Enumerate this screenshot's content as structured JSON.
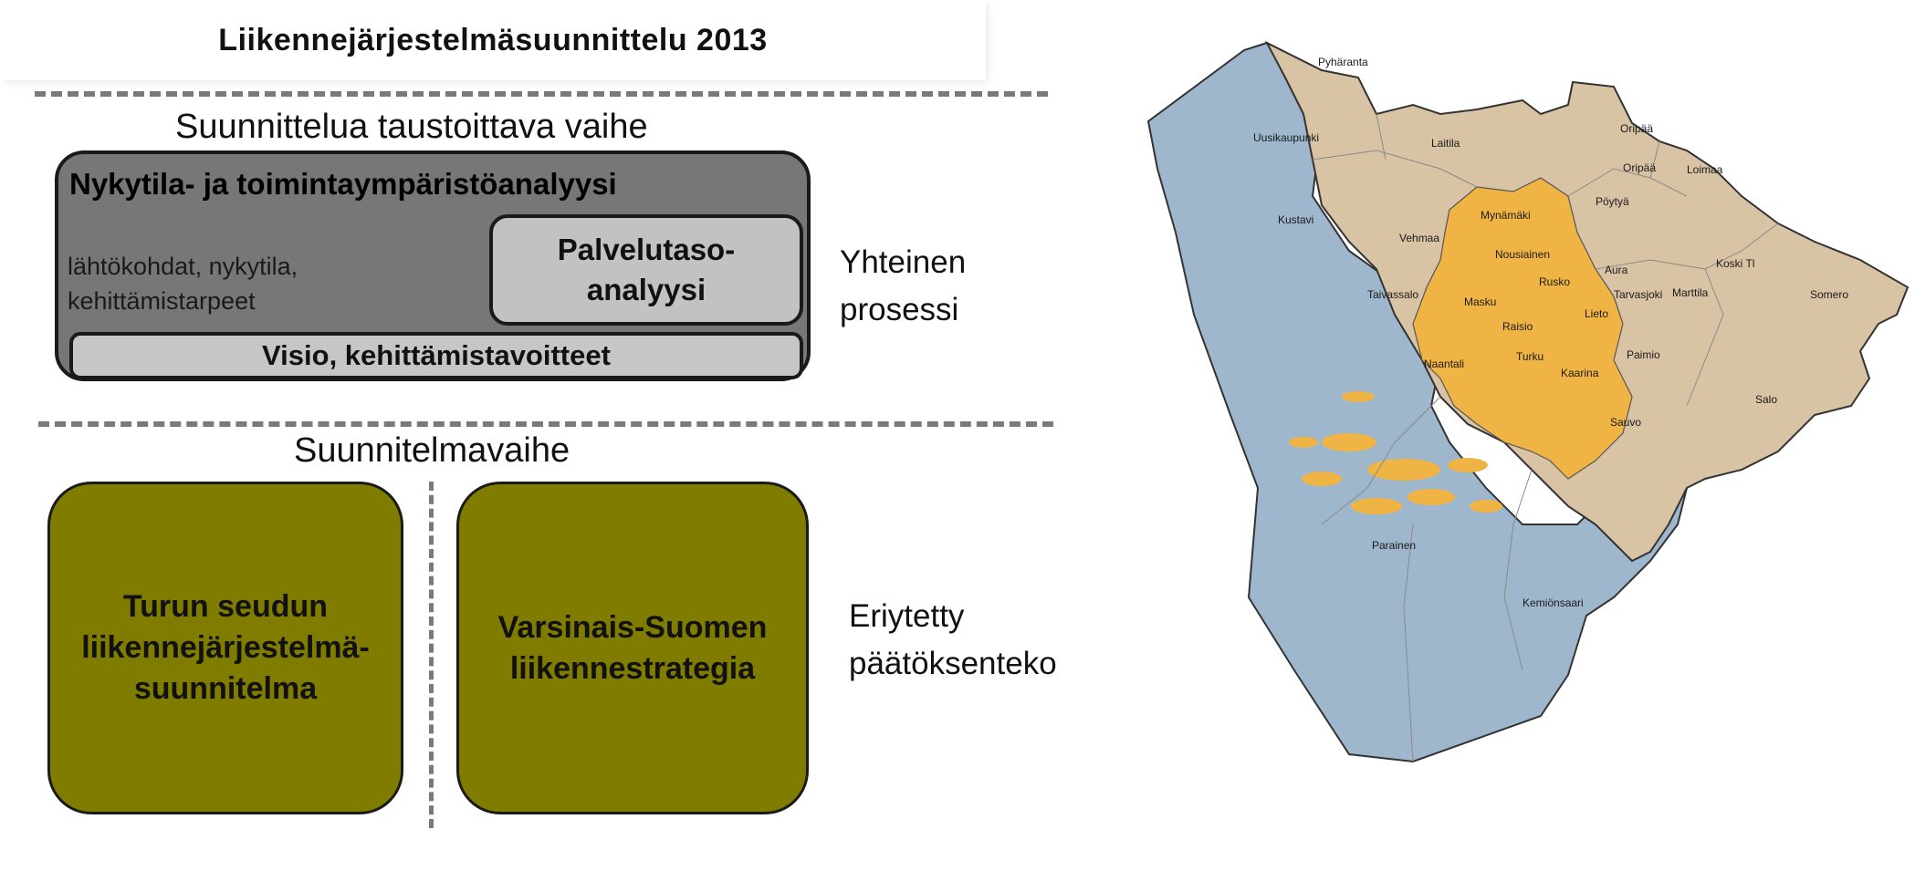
{
  "header": {
    "title": "Liikennejärjestelmäsuunnittelu 2013"
  },
  "phase1": {
    "label": "Suunnittelua taustoittava vaihe",
    "analysis_title": "Nykytila- ja toimintaympäristöanalyysi",
    "analysis_sub_line1": "lähtökohdat, nykytila,",
    "analysis_sub_line2": "kehittämistarpeet",
    "service_line1": "Palvelutaso-",
    "service_line2": "analyysi",
    "vision": "Visio, kehittämistavoitteet",
    "side_line1": "Yhteinen",
    "side_line2": "prosessi"
  },
  "phase2": {
    "label": "Suunnitelmavaihe",
    "turku_line1": "Turun seudun",
    "turku_line2": "liikennejärjestelmä-",
    "turku_line3": "suunnitelma",
    "vs_line1": "Varsinais-Suomen",
    "vs_line2": "liikennestrategia",
    "side_line1": "Eriytetty",
    "side_line2": "päätöksenteko"
  },
  "colors": {
    "dash": "#7a7a7a",
    "analysis_box": "#777777",
    "light_box": "#c2c2c2",
    "olive_box": "#7f7c00",
    "map_sea": "#9fb7cc",
    "map_land": "#d9c3a5",
    "map_core": "#f0b444"
  },
  "map": {
    "municipalities": [
      {
        "name": "Pyhäranta"
      },
      {
        "name": "Uusikaupunki"
      },
      {
        "name": "Laitila"
      },
      {
        "name": "Oripää"
      },
      {
        "name": "Oripää"
      },
      {
        "name": "Loimaa"
      },
      {
        "name": "Kustavi"
      },
      {
        "name": "Pöytyä"
      },
      {
        "name": "Mynämäki"
      },
      {
        "name": "Vehmaa"
      },
      {
        "name": "Nousiainen"
      },
      {
        "name": "Koski Tl"
      },
      {
        "name": "Aura"
      },
      {
        "name": "Rusko"
      },
      {
        "name": "Tarvasjoki"
      },
      {
        "name": "Marttila"
      },
      {
        "name": "Somero"
      },
      {
        "name": "Taivassalo"
      },
      {
        "name": "Masku"
      },
      {
        "name": "Lieto"
      },
      {
        "name": "Raisio"
      },
      {
        "name": "Paimio"
      },
      {
        "name": "Turku"
      },
      {
        "name": "Naantali"
      },
      {
        "name": "Kaarina"
      },
      {
        "name": "Salo"
      },
      {
        "name": "Sauvo"
      },
      {
        "name": "Parainen"
      },
      {
        "name": "Kemiönsaari"
      }
    ]
  }
}
